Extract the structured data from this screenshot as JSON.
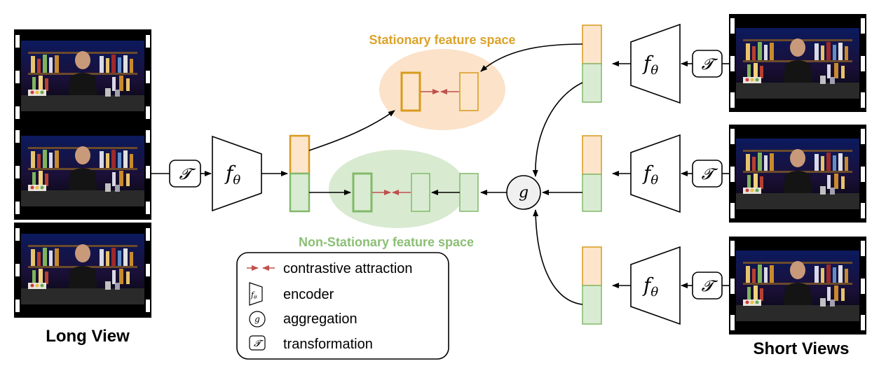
{
  "labels": {
    "long_view": "Long View",
    "short_views": "Short Views",
    "stationary_space": "Stationary feature space",
    "nonstationary_space": "Non-Stationary feature space"
  },
  "symbols": {
    "encoder_f": "f",
    "encoder_theta": "θ",
    "aggregation": "g",
    "transformation": "𝓣"
  },
  "legend": {
    "items": [
      {
        "icon": "contrastive-attraction-icon",
        "label": "contrastive attraction"
      },
      {
        "icon": "encoder-icon",
        "label": "encoder"
      },
      {
        "icon": "aggregation-icon",
        "label": "aggregation"
      },
      {
        "icon": "transformation-icon",
        "label": "transformation"
      }
    ]
  },
  "colors": {
    "stationary_stroke": "#d99a1c",
    "stationary_fill": "#fde5cc",
    "stationary_ellipse": "#fbe2c9",
    "stationary_text": "#dba32a",
    "nonstationary_stroke": "#82b96a",
    "nonstationary_fill": "#d9ecd3",
    "nonstationary_ellipse": "#d8ead0",
    "nonstationary_text": "#8cbf76",
    "attraction": "#c0504d"
  }
}
